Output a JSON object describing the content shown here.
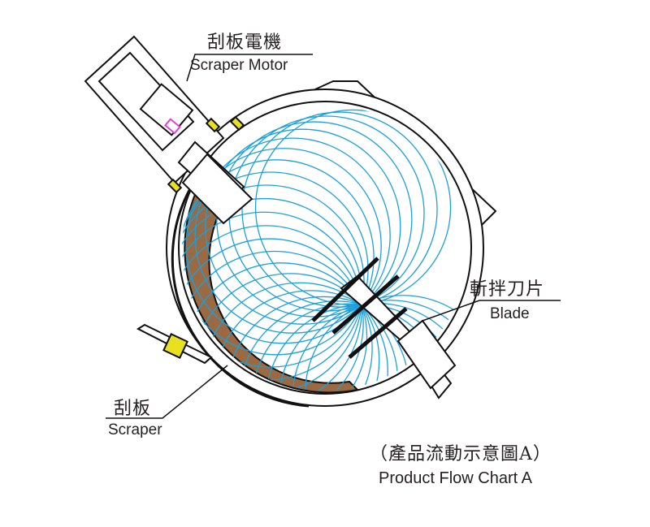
{
  "labels": {
    "scraper_motor_zh": "刮板電機",
    "scraper_motor_en": "Scraper Motor",
    "blade_zh": "斬拌刀片",
    "blade_en": "Blade",
    "scraper_zh": "刮板",
    "scraper_en": "Scraper",
    "chart_title_zh": "（產品流動示意圖A）",
    "chart_title_en": "Product Flow Chart A"
  },
  "colors": {
    "flow": "#1aa0dc",
    "scraper": "#9b6a43",
    "outline": "#111111"
  }
}
